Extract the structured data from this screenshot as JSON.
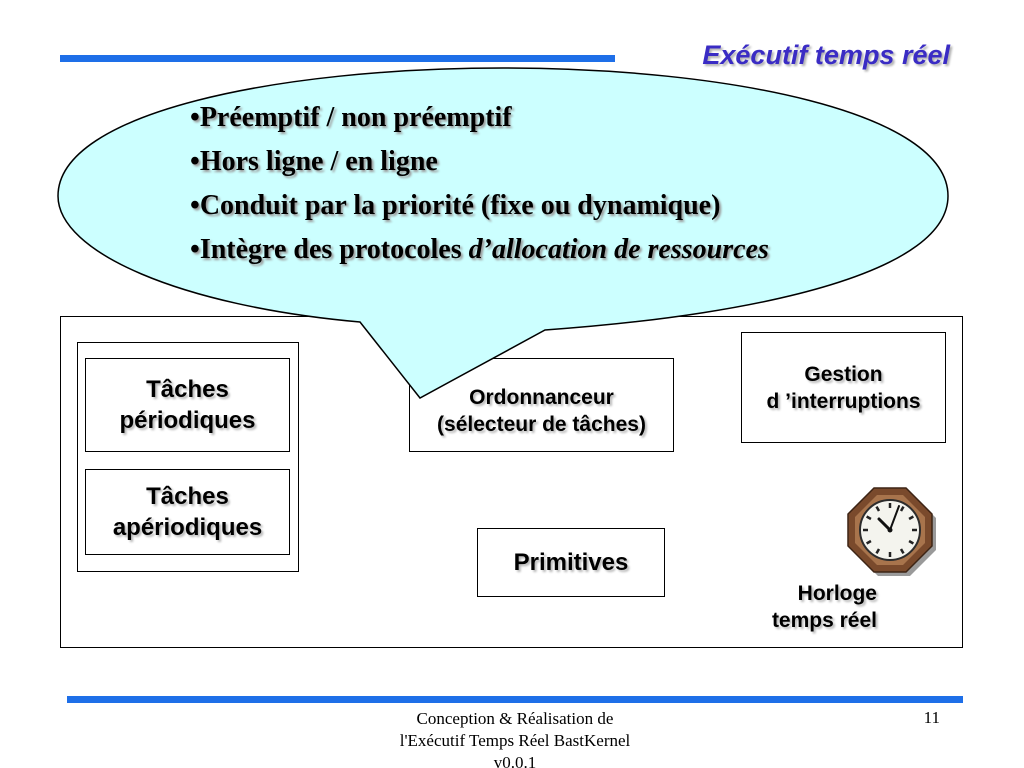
{
  "slide": {
    "title": "Exécutif temps réel",
    "bullets": [
      "Préemptif / non préemptif",
      "Hors ligne / en ligne",
      "Conduit par la priorité (fixe ou dynamique)",
      "Intègre des protocoles ",
      "d’allocation de ressources"
    ]
  },
  "diagram": {
    "periodic_tasks": "Tâches\npériodiques",
    "aperiodic_tasks": "Tâches\napériodiques",
    "scheduler": "Ordonnanceur\n(sélecteur de tâches)",
    "interrupts": "Gestion\nd ’interruptions",
    "primitives": "Primitives",
    "clock_label": "Horloge\ntemps réel"
  },
  "footer": {
    "text": "Conception & Réalisation de\nl'Exécutif Temps Réel BastKernel\nv0.0.1",
    "page_number": "11"
  },
  "colors": {
    "accent_rule": "#1e6fe8",
    "title": "#3a2cc4",
    "bubble_fill": "#ccffff",
    "clock_frame": "#7a4a2c"
  },
  "icons": {
    "clock": "clock-icon"
  }
}
